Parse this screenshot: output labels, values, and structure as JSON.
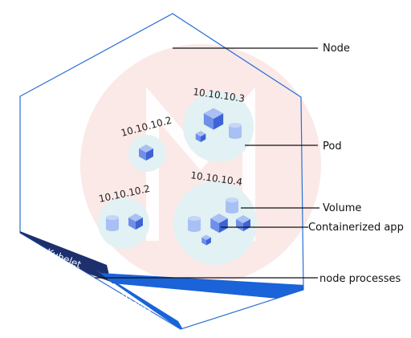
{
  "labels": {
    "node": "Node",
    "pod": "Pod",
    "volume": "Volume",
    "containerized_app": "Containerized app",
    "node_processes": "node processes"
  },
  "pods": [
    {
      "ip": "10.10.10.3"
    },
    {
      "ip": "10.10.10.2"
    },
    {
      "ip": "10.10.10.4"
    },
    {
      "ip": "10.10.10.2"
    }
  ],
  "processes": {
    "kubelet": "Kubelet",
    "docker": "Docker"
  },
  "colors": {
    "hex_border": "#2a6fd6",
    "band_dark": "#1e2f6e",
    "band_blue": "#1a63d8",
    "pod_fill": "#e2f1f3",
    "cube_top": "#a9c0f4",
    "cube_left": "#6f8fe8",
    "cube_right": "#3d63d6",
    "watermark": "#fbe9e8"
  },
  "icons": {
    "container": "cube-icon",
    "volume": "cylinder-icon"
  }
}
